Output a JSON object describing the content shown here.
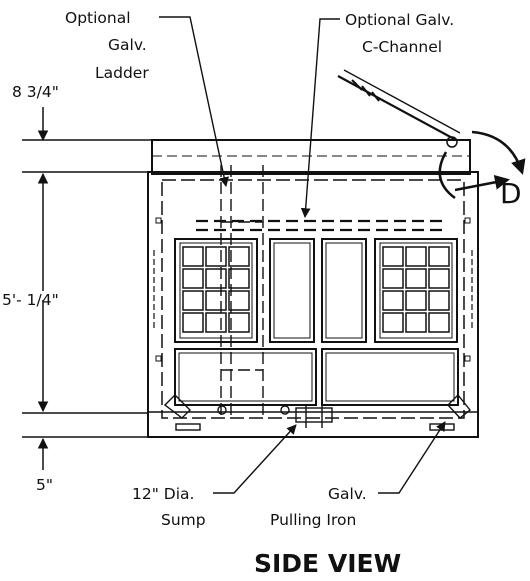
{
  "labels": {
    "ladder_l1": "Optional",
    "ladder_l2": "Galv.",
    "ladder_l3": "Ladder",
    "channel_l1": "Optional Galv.",
    "channel_l2": "C-Channel",
    "dim_top": "8 3/4\"",
    "dim_mid": "5'- 1/4\"",
    "dim_bot": "5\"",
    "sump_l1": "12\" Dia.",
    "sump_l2": "Sump",
    "iron_l1": "Galv.",
    "iron_l2": "Pulling Iron",
    "door": "D",
    "view_title": "SIDE VIEW"
  }
}
